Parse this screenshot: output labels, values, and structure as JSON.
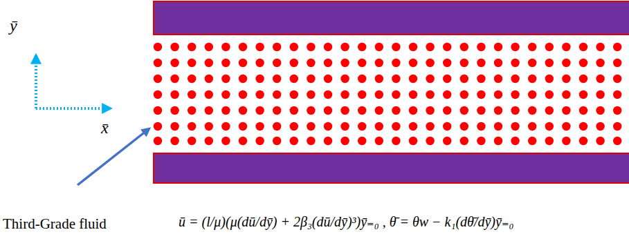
{
  "diagram": {
    "labels": [
      "ȳ",
      "x̄",
      "Third-Grade fluid",
      "ū = (l/μ)(μ(dū/dȳ) + 2β₃(dū/dȳ)³)ȳ₌₀ ,  θ̄ = θw − k₁(dθ̄/dȳ)ȳ₌₀"
    ]
  }
}
